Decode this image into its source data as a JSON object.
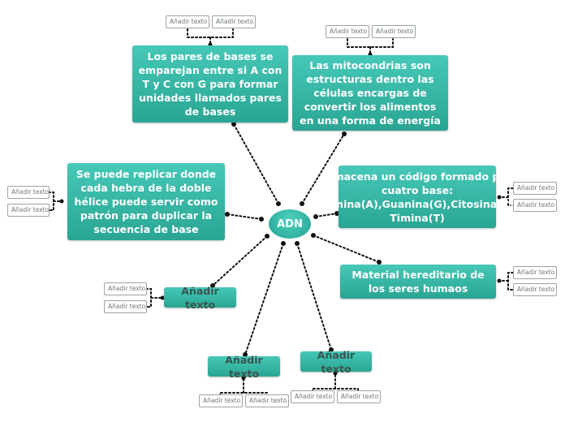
{
  "root": {
    "label": "ADN"
  },
  "nodes": {
    "pares_bases": "Los pares de bases se emparejan entre si A con T y C con G para formar unidades llamados pares de bases",
    "mitocondrias": "Las mitocondrias son estructuras dentro las células encargas de convertir los alimentos en una forma de energía",
    "replicar": "Se puede replicar donde cada hebra de la doble hélice puede servir como patrón para duplicar la secuencia de base",
    "codigo": "almacena un código formado por cuatro base: Adenina(A),Guanina(G),Citosina(C)y Timina(T)",
    "hereditario": "Material hereditario de los seres humaos",
    "empty1": "Añadir texto",
    "empty2": "Añadir texto",
    "empty3": "Añadir texto"
  },
  "leaf_label": "Añadir texto",
  "colors": {
    "node": "#2fad9b",
    "line": "#111111",
    "leaf_border": "#9ba5a3"
  }
}
